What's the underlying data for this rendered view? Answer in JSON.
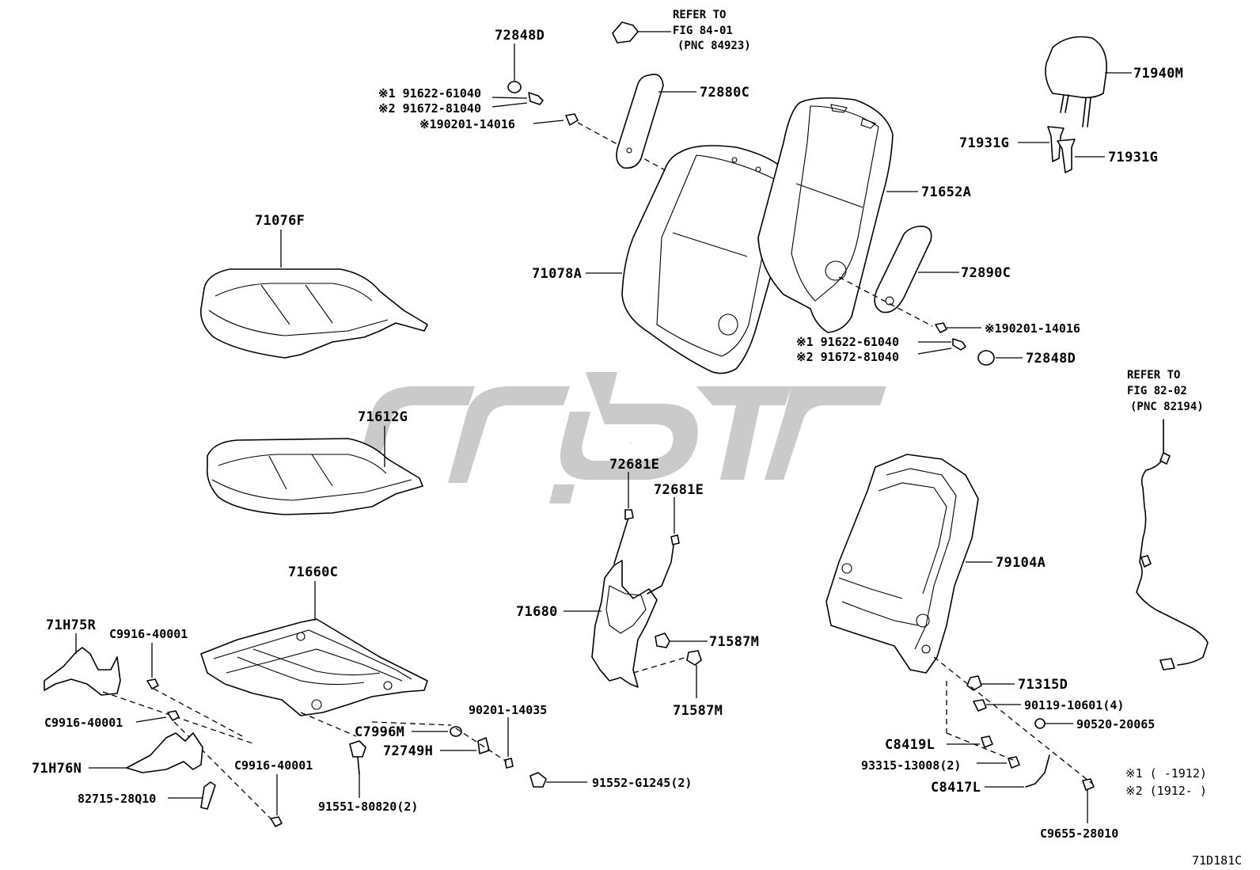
{
  "diagram_id": "71D181C",
  "watermark_text": "کوییک",
  "references": [
    {
      "id": "ref-84-01",
      "lines": [
        "REFER TO",
        "FIG 84-01",
        "(PNC 84923)"
      ]
    },
    {
      "id": "ref-82-02",
      "lines": [
        "REFER TO",
        "FIG 82-02",
        "(PNC 82194)"
      ]
    }
  ],
  "notes": {
    "note1": "※1 (      -1912)",
    "note2": "※2 (1912-      )"
  },
  "parts": {
    "p72848D_top": "72848D",
    "p91622_top": "※1 91622-61040",
    "p91672_top": "※2 91672-81040",
    "p90201_top": "※190201-14016",
    "p72880C": "72880C",
    "p71940M": "71940M",
    "p71931G_left": "71931G",
    "p71931G_right": "71931G",
    "p71652A": "71652A",
    "p71076F": "71076F",
    "p71078A": "71078A",
    "p72890C": "72890C",
    "p90201_right": "※190201-14016",
    "p91622_right": "※1 91622-61040",
    "p91672_right": "※2 91672-81040",
    "p72848D_right": "72848D",
    "p71612G": "71612G",
    "p72681E_a": "72681E",
    "p72681E_b": "72681E",
    "p71660C": "71660C",
    "p71680": "71680",
    "p71587M_a": "71587M",
    "p71587M_b": "71587M",
    "p79104A": "79104A",
    "p71H75R": "71H75R",
    "pC9916_a": "C9916-40001",
    "pC9916_b": "C9916-40001",
    "pC9916_c": "C9916-40001",
    "p71H76N": "71H76N",
    "p82715": "82715-28Q10",
    "pC7996M": "C7996M",
    "p72749H": "72749H",
    "p90201_14035": "90201-14035",
    "p91551": "91551-80820(2)",
    "p91552": "91552-G1245(2)",
    "p71315D": "71315D",
    "p90119": "90119-10601(4)",
    "p90520": "90520-20065",
    "pC8419L": "C8419L",
    "p93315": "93315-13008(2)",
    "pC8417L": "C8417L",
    "pC9655": "C9655-28010"
  }
}
